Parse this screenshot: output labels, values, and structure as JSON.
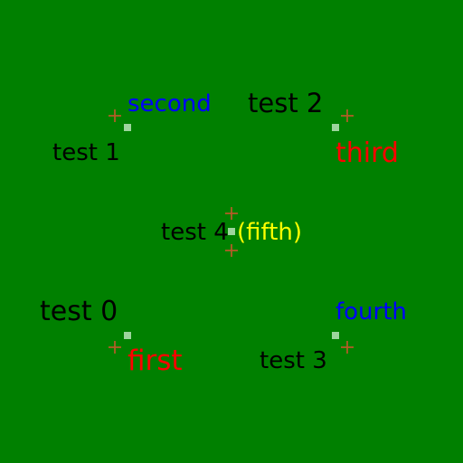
{
  "colors": {
    "background": "#008000",
    "black": "#000000",
    "blue": "#0000ff",
    "red": "#ff0000",
    "yellow": "#ffff00",
    "anchor_dot": "#b8e4b8",
    "plus_marker": "#b85a28"
  },
  "labels": {
    "test0": "test 0",
    "test1": "test 1",
    "test2": "test 2",
    "test3": "test 3",
    "test4": "test 4",
    "first": "first",
    "second": "second",
    "third": "third",
    "fourth": "fourth",
    "fifth": "(fifth)"
  }
}
